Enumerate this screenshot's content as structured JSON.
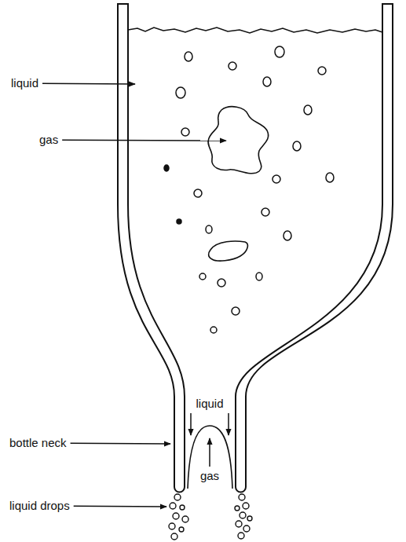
{
  "diagram": {
    "labels": [
      "liquid",
      "gas",
      "liquid",
      "gas",
      "bottle neck",
      "liquid drops"
    ]
  }
}
